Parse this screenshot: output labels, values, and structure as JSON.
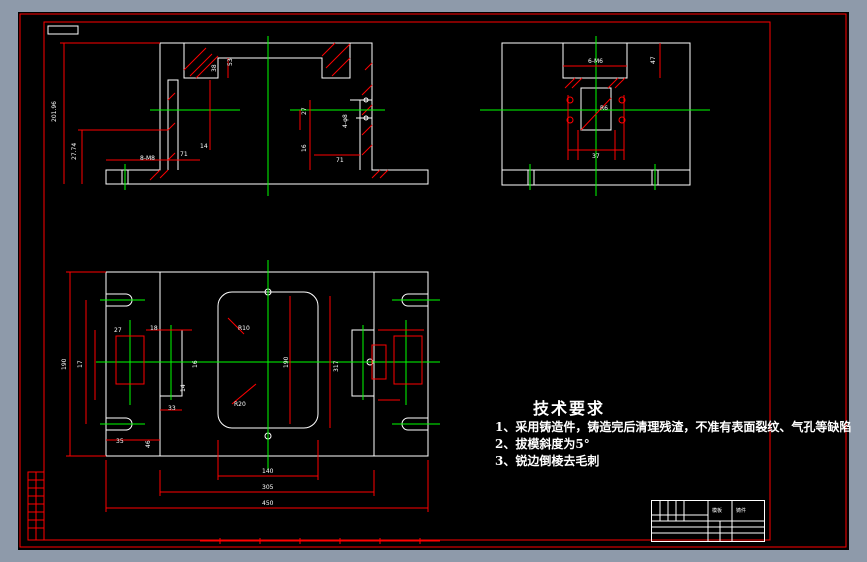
{
  "colors": {
    "background": "#000000",
    "frame": "#ff0000",
    "outline": "#ffffff",
    "center_line": "#00ff00",
    "dimension": "#ff0000",
    "hatch": "#ff0000"
  },
  "tech": {
    "title": "技术要求",
    "lines": [
      "1、采用铸造件，铸造完后清理残渣，不准有表面裂纹、气孔等缺陷",
      "2、拔模斜度为5°",
      "3、锐边倒棱去毛刺"
    ]
  },
  "labels": {
    "front": {
      "d_width": "71",
      "d_m8": "8-M8",
      "d_14": "14",
      "d_38": "38",
      "d_53": "53",
      "d_total_h": "201.96",
      "d_27": "27.74"
    },
    "front_right": {
      "d_27": "27",
      "d_4": "4-φ8",
      "d_16": "16",
      "d_71": "71"
    },
    "side": {
      "d_m6": "6-M6",
      "d_47": "47",
      "d_37": "37",
      "d_r": "R6"
    },
    "plan": {
      "d_27": "27",
      "d_18": "18",
      "d_16": "16",
      "d_33": "33",
      "d_35": "35",
      "d_46": "46",
      "d_14": "14",
      "d_17": "17",
      "d_190": "190",
      "d_317": "317",
      "d_total": "450",
      "d_305": "305",
      "d_140": "140",
      "d_r10": "R10",
      "d_r": "R20"
    }
  },
  "title_block": {
    "cell_a": "模板",
    "cell_b": "铸件"
  }
}
